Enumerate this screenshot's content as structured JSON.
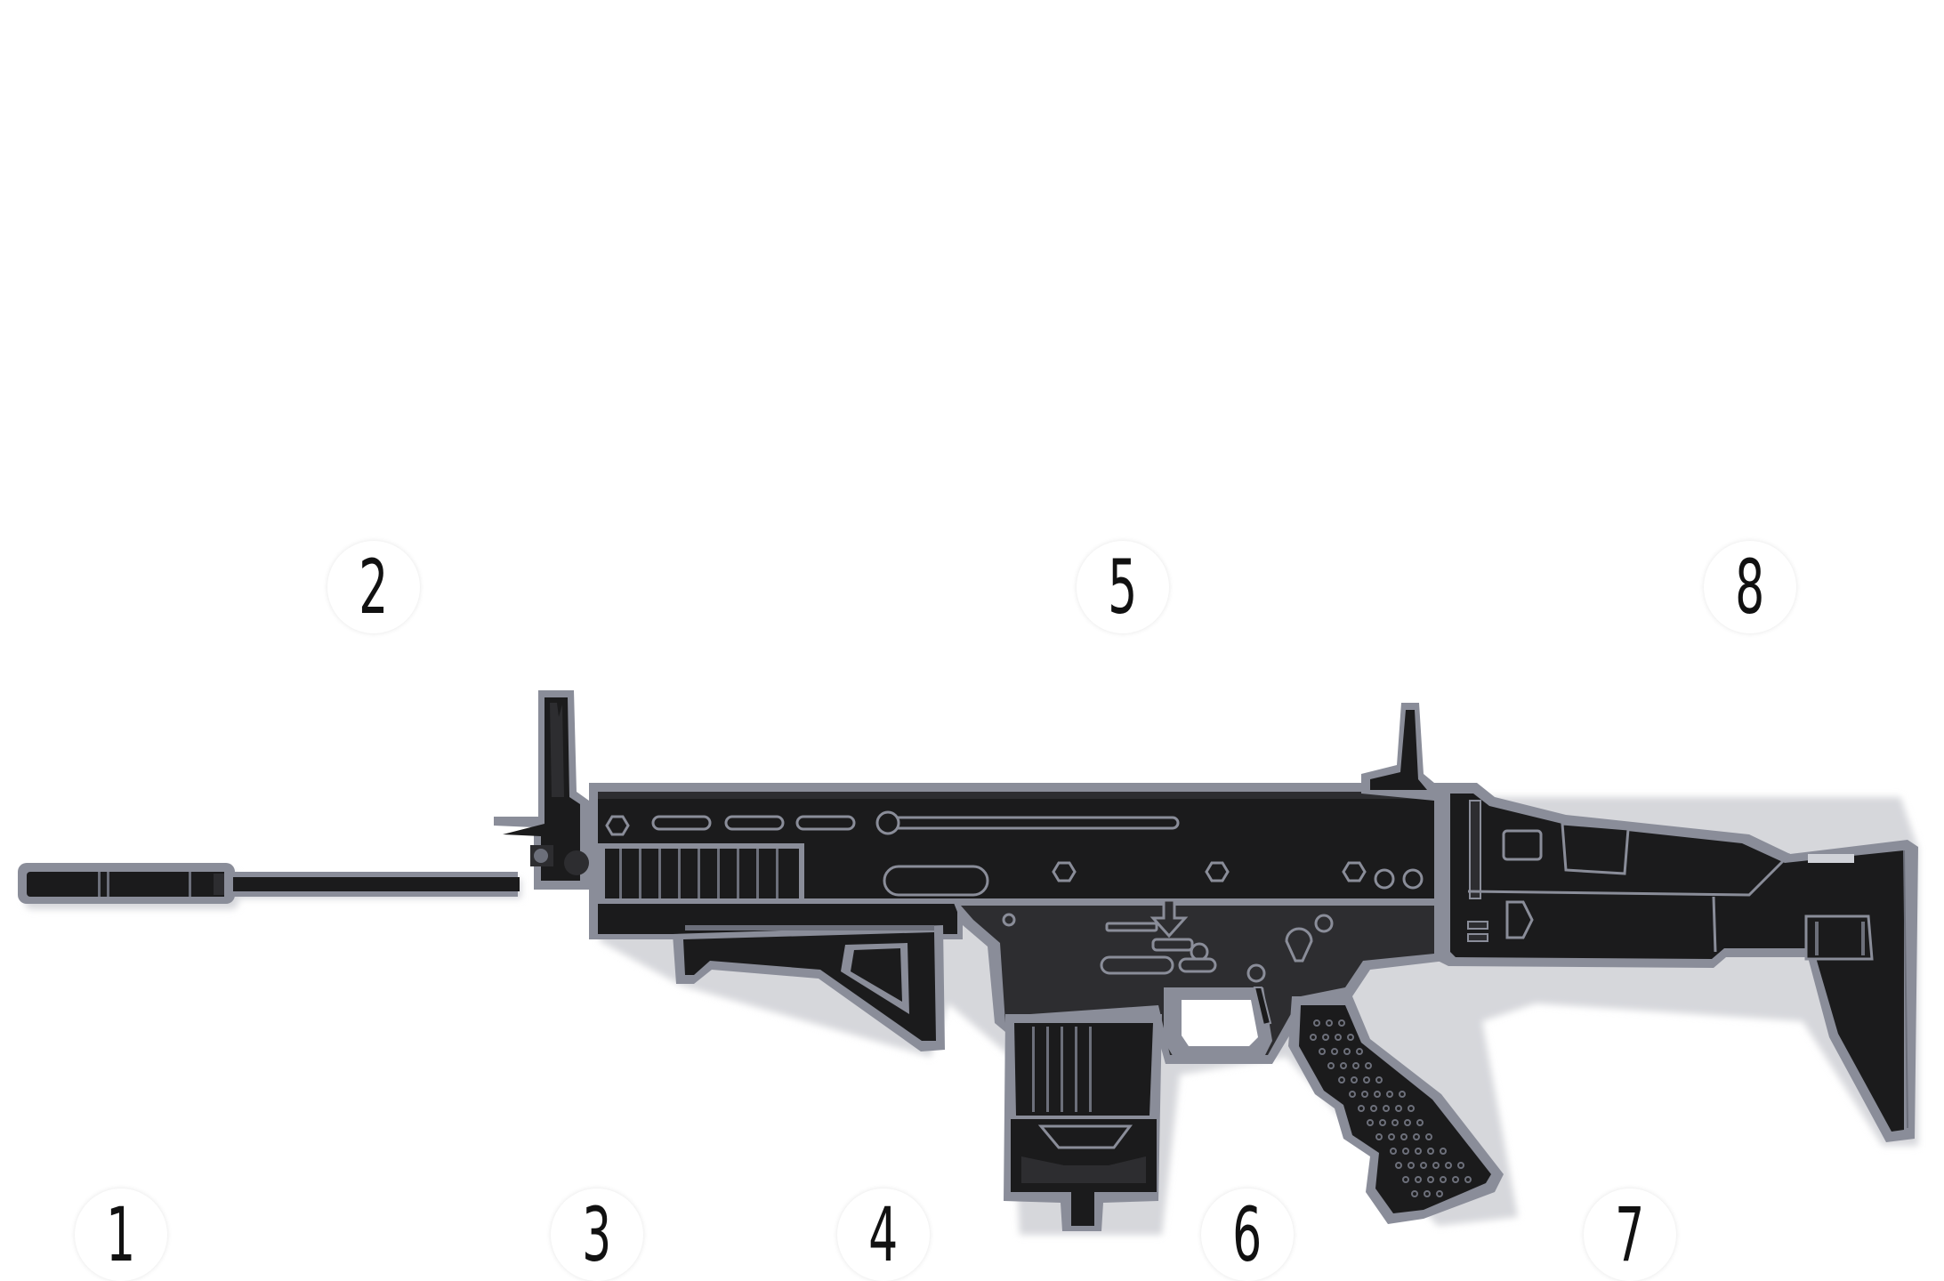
{
  "colors": {
    "background": "#ffffff",
    "outline": "#8a8d99",
    "outline_dark": "#6c6f7a",
    "body_dark": "#1b1b1c",
    "body_mid": "#2d2d30",
    "detail": "#9a9ca6",
    "shadow": "#cfd0d4"
  },
  "callouts": [
    {
      "label": "1"
    },
    {
      "label": "2"
    },
    {
      "label": "3"
    },
    {
      "label": "4"
    },
    {
      "label": "5"
    },
    {
      "label": "6"
    },
    {
      "label": "7"
    },
    {
      "label": "8"
    }
  ]
}
